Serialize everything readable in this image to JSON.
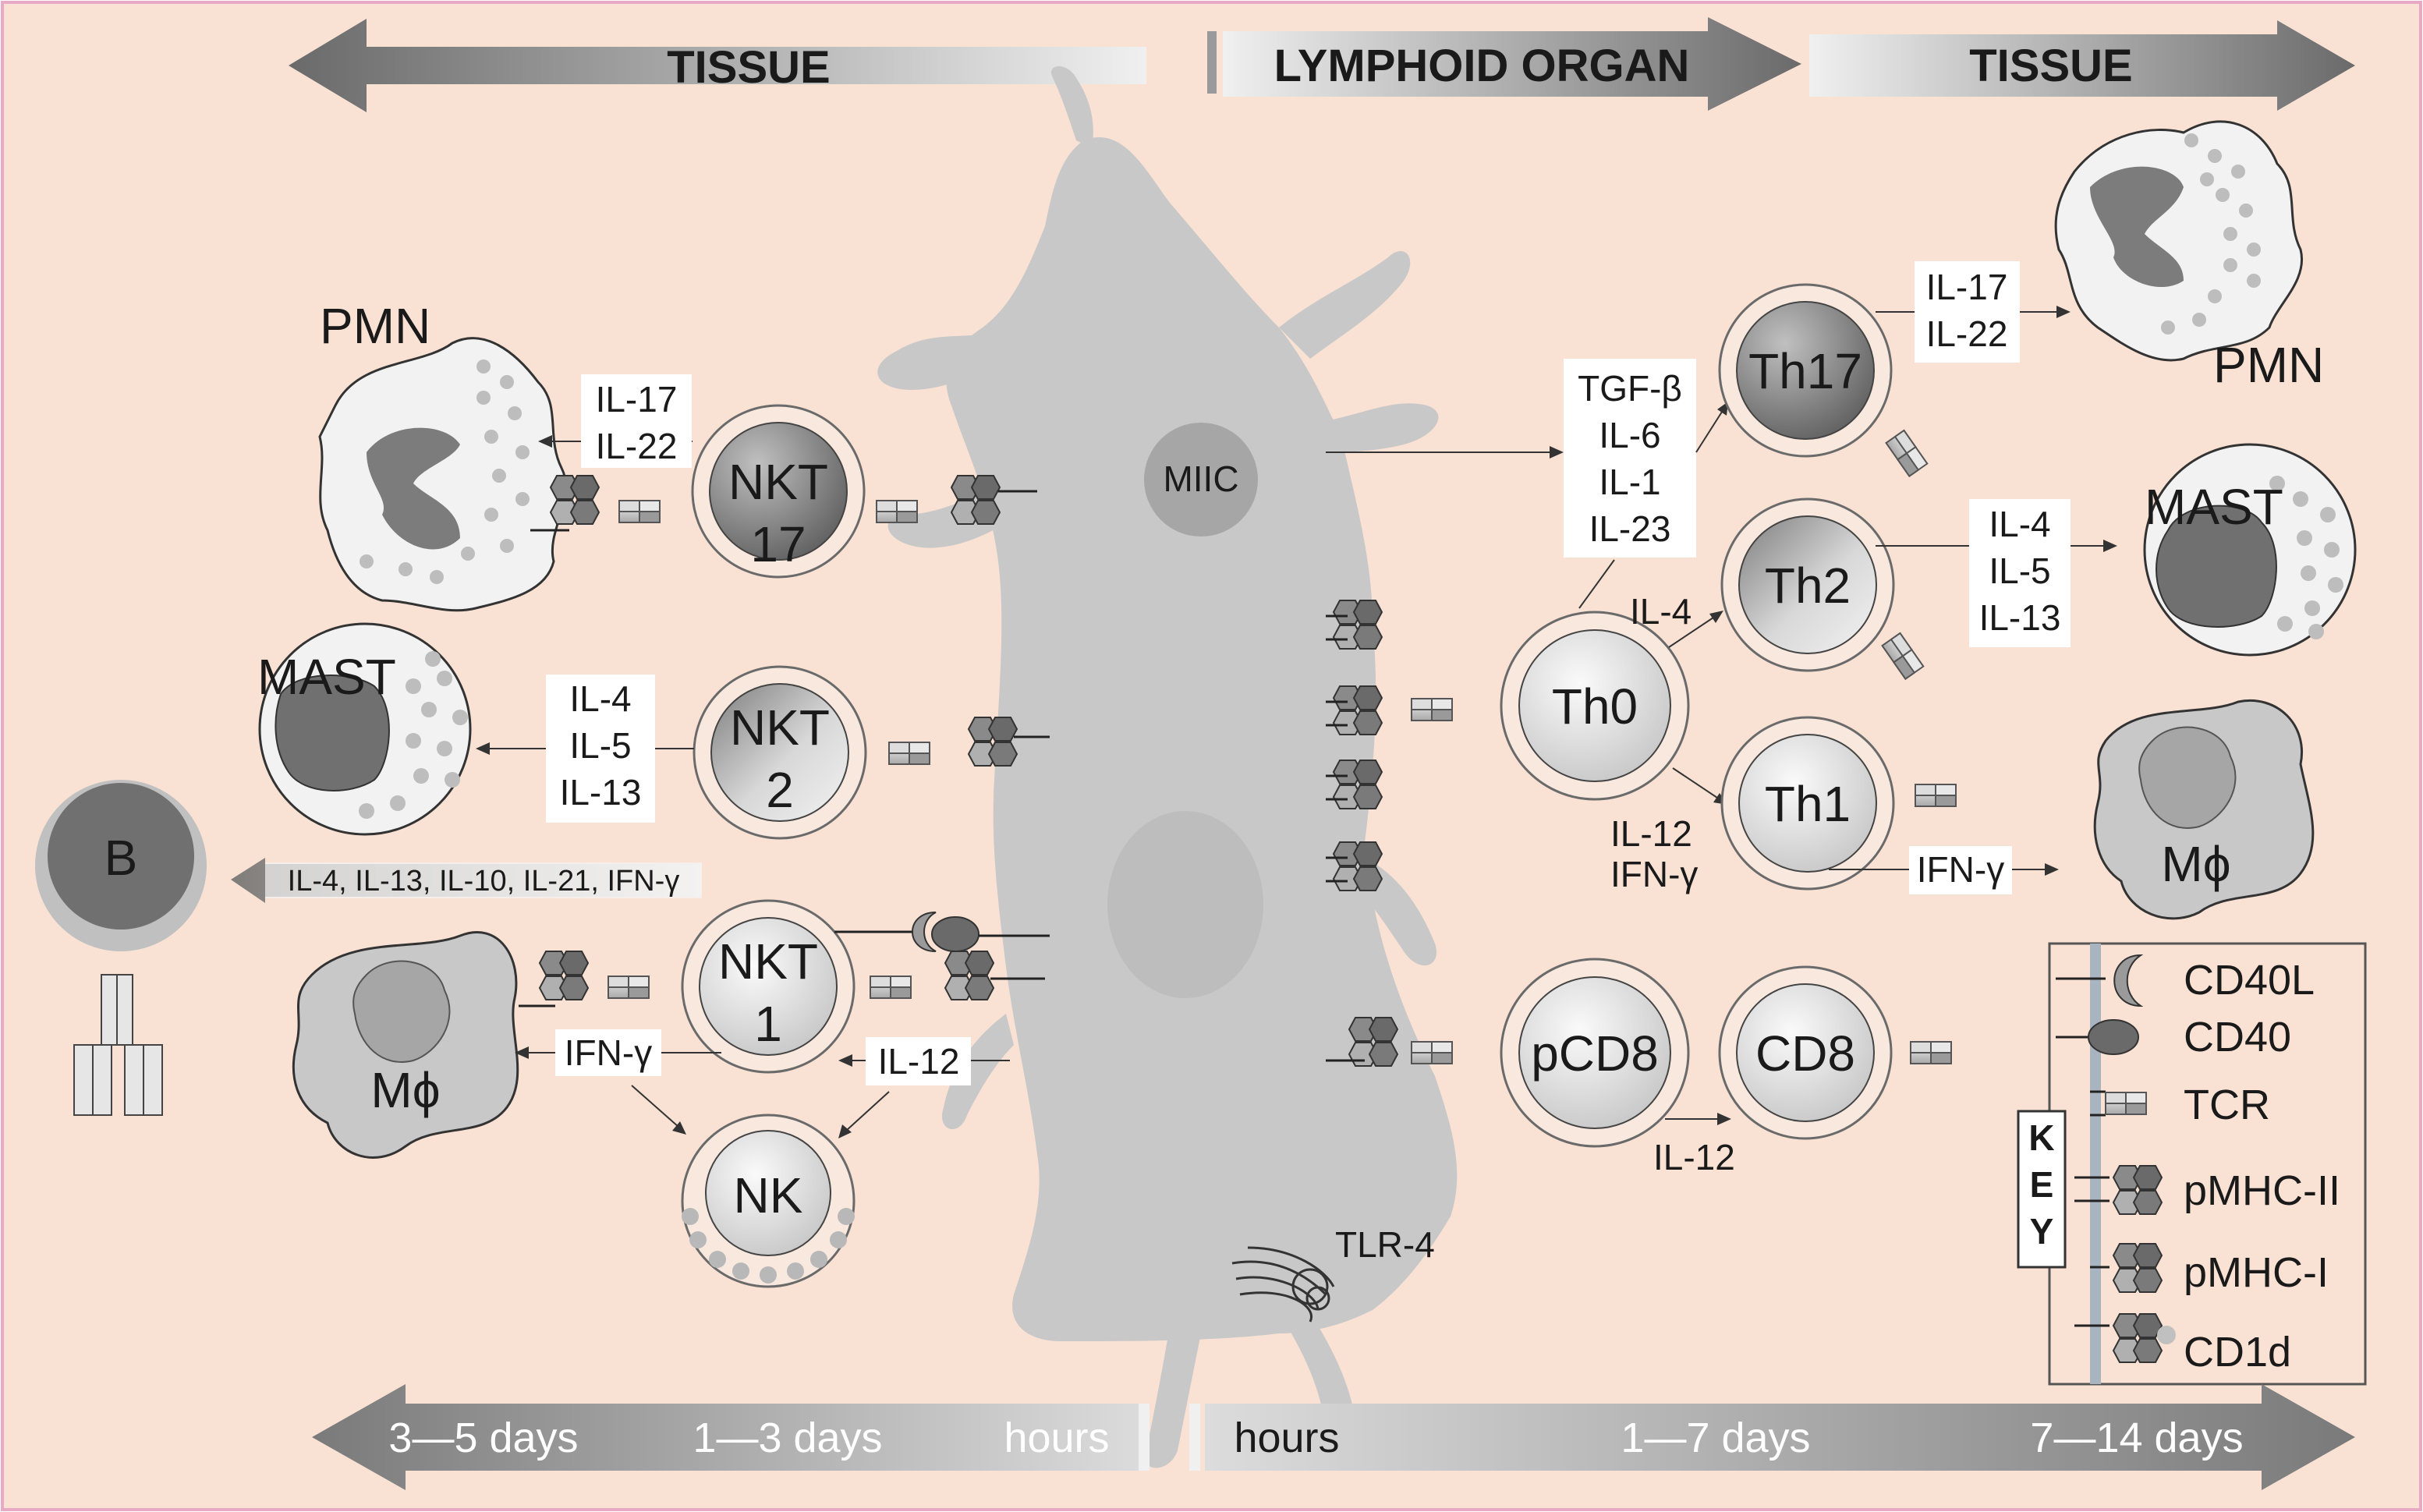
{
  "headers": {
    "tissue_left": "TISSUE",
    "lymphoid": "LYMPHOID ORGAN",
    "tissue_right": "TISSUE"
  },
  "timeline_left": [
    "3—5 days",
    "1—3 days",
    "hours"
  ],
  "timeline_right": [
    "hours",
    "1—7 days",
    "7—14 days"
  ],
  "center": {
    "miic": "MIIC",
    "tlr4": "TLR-4"
  },
  "cells": {
    "pmn_left": "PMN",
    "nkt17": [
      "NKT",
      "17"
    ],
    "mast_left": "MAST",
    "nkt2": [
      "NKT",
      "2"
    ],
    "b": "B",
    "mphi_left": "Mϕ",
    "nkt1": [
      "NKT",
      "1"
    ],
    "nk": "NK",
    "th17": "Th17",
    "pmn_right": "PMN",
    "th2": "Th2",
    "mast_right": "MAST",
    "th0": "Th0",
    "th1": "Th1",
    "mphi_right": "Mϕ",
    "pcd8": "pCD8",
    "cd8": "CD8"
  },
  "cytokines": {
    "nkt17_out": [
      "IL-17",
      "IL-22"
    ],
    "nkt2_out": [
      "IL-4",
      "IL-5",
      "IL-13"
    ],
    "b_help": "IL-4, IL-13, IL-10, IL-21, IFN-γ",
    "nkt1_ifng": "IFN-γ",
    "il12_left": "IL-12",
    "th17_diff": [
      "TGF-β",
      "IL-6",
      "IL-1",
      "IL-23"
    ],
    "th2_diff": "IL-4",
    "th1_diff": [
      "IL-12",
      "IFN-γ"
    ],
    "cd8_diff": "IL-12",
    "th17_out": [
      "IL-17",
      "IL-22"
    ],
    "th2_out": [
      "IL-4",
      "IL-5",
      "IL-13"
    ],
    "th1_out": "IFN-γ"
  },
  "key": {
    "title": [
      "K",
      "E",
      "Y"
    ],
    "items": [
      "CD40L",
      "CD40",
      "TCR",
      "pMHC-II",
      "pMHC-I",
      "CD1d"
    ]
  },
  "colors": {
    "background": "#f9e2d4",
    "border": "#e8a9c4",
    "dc_body": "#c8c8c8",
    "arrow_dark": "#707070",
    "arrow_light": "#ebebeb",
    "cell_ring": "#f8e8de",
    "cell_dark": "#7a7a7a",
    "label_box": "#ffffff"
  }
}
